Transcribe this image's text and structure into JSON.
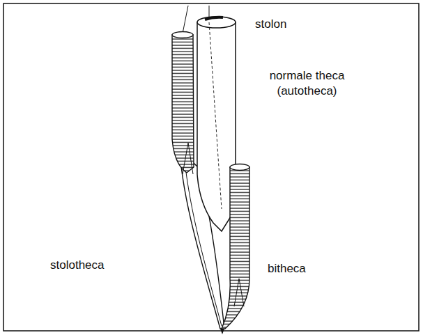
{
  "diagram": {
    "labels": [
      "stolon",
      "normale theca (autotheca)",
      "stolotheca",
      "bitheca"
    ]
  }
}
